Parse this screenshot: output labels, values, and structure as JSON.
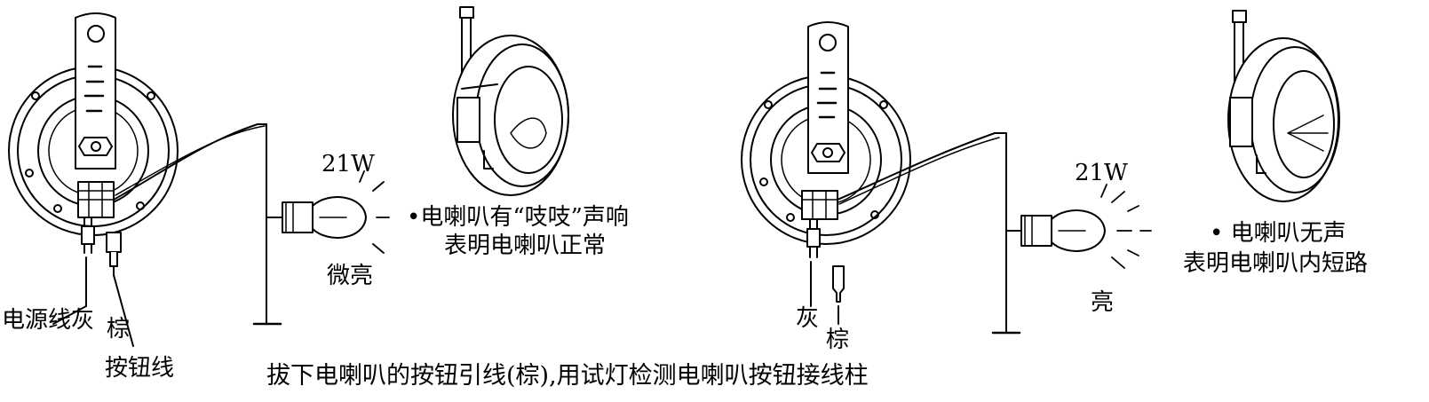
{
  "left_panel": {
    "wattage": "21W",
    "lamp_state": "微亮",
    "wire_power_gray": "电源线灰",
    "wire_brown": "棕",
    "wire_button": "按钮线",
    "result_line1": "•电喇叭有“吱吱”声响",
    "result_line2": "表明电喇叭正常"
  },
  "right_panel": {
    "wattage": "21W",
    "lamp_state": "亮",
    "wire_gray": "灰",
    "wire_brown": "棕",
    "result_line1": "• 电喇叭无声",
    "result_line2": "表明电喇叭内短路"
  },
  "caption": "拔下电喇叭的按钮引线(棕),用试灯检测电喇叭按钮接线柱"
}
